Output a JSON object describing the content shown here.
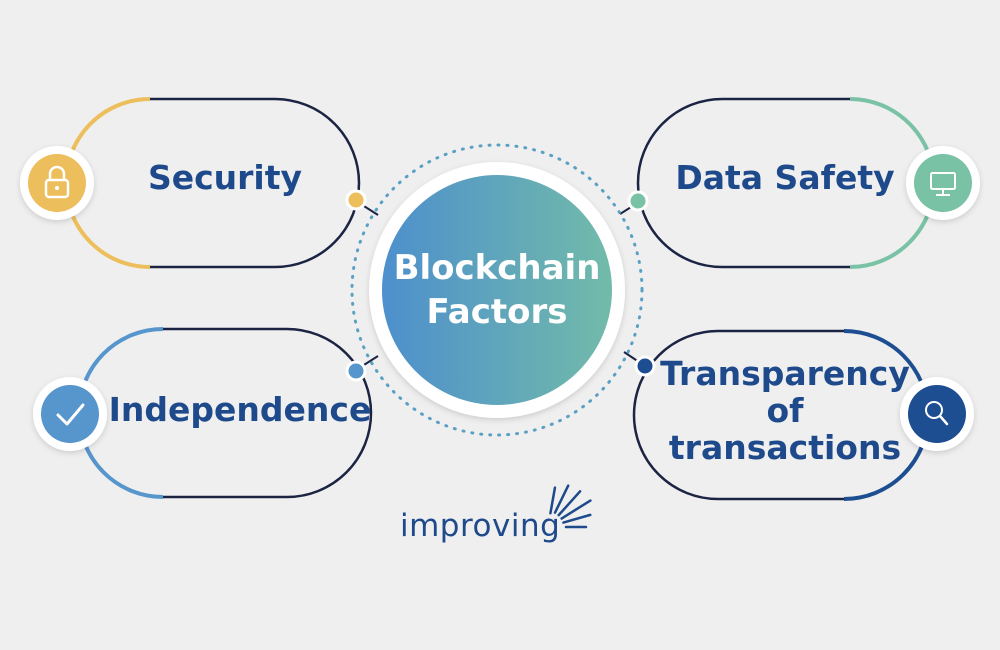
{
  "center": {
    "line1": "Blockchain",
    "line2": "Factors",
    "gradient_start": "#4d8fcd",
    "gradient_end": "#72bba9"
  },
  "factors": [
    {
      "id": "security",
      "lines": [
        "Security"
      ],
      "icon": "padlock-icon",
      "color": "#edbe5c"
    },
    {
      "id": "data-safety",
      "lines": [
        "Data Safety"
      ],
      "icon": "monitor-icon",
      "color": "#79c2a6"
    },
    {
      "id": "independence",
      "lines": [
        "Independence"
      ],
      "icon": "checkmark-icon",
      "color": "#5795cd"
    },
    {
      "id": "transparency",
      "lines": [
        "Transparency",
        "of",
        "transactions"
      ],
      "icon": "magnifier-icon",
      "color": "#1d4e91"
    }
  ],
  "brand": {
    "name": "improving"
  },
  "colors": {
    "background": "#efefef",
    "outline": "#1c2444",
    "label": "#1e4a8c"
  }
}
